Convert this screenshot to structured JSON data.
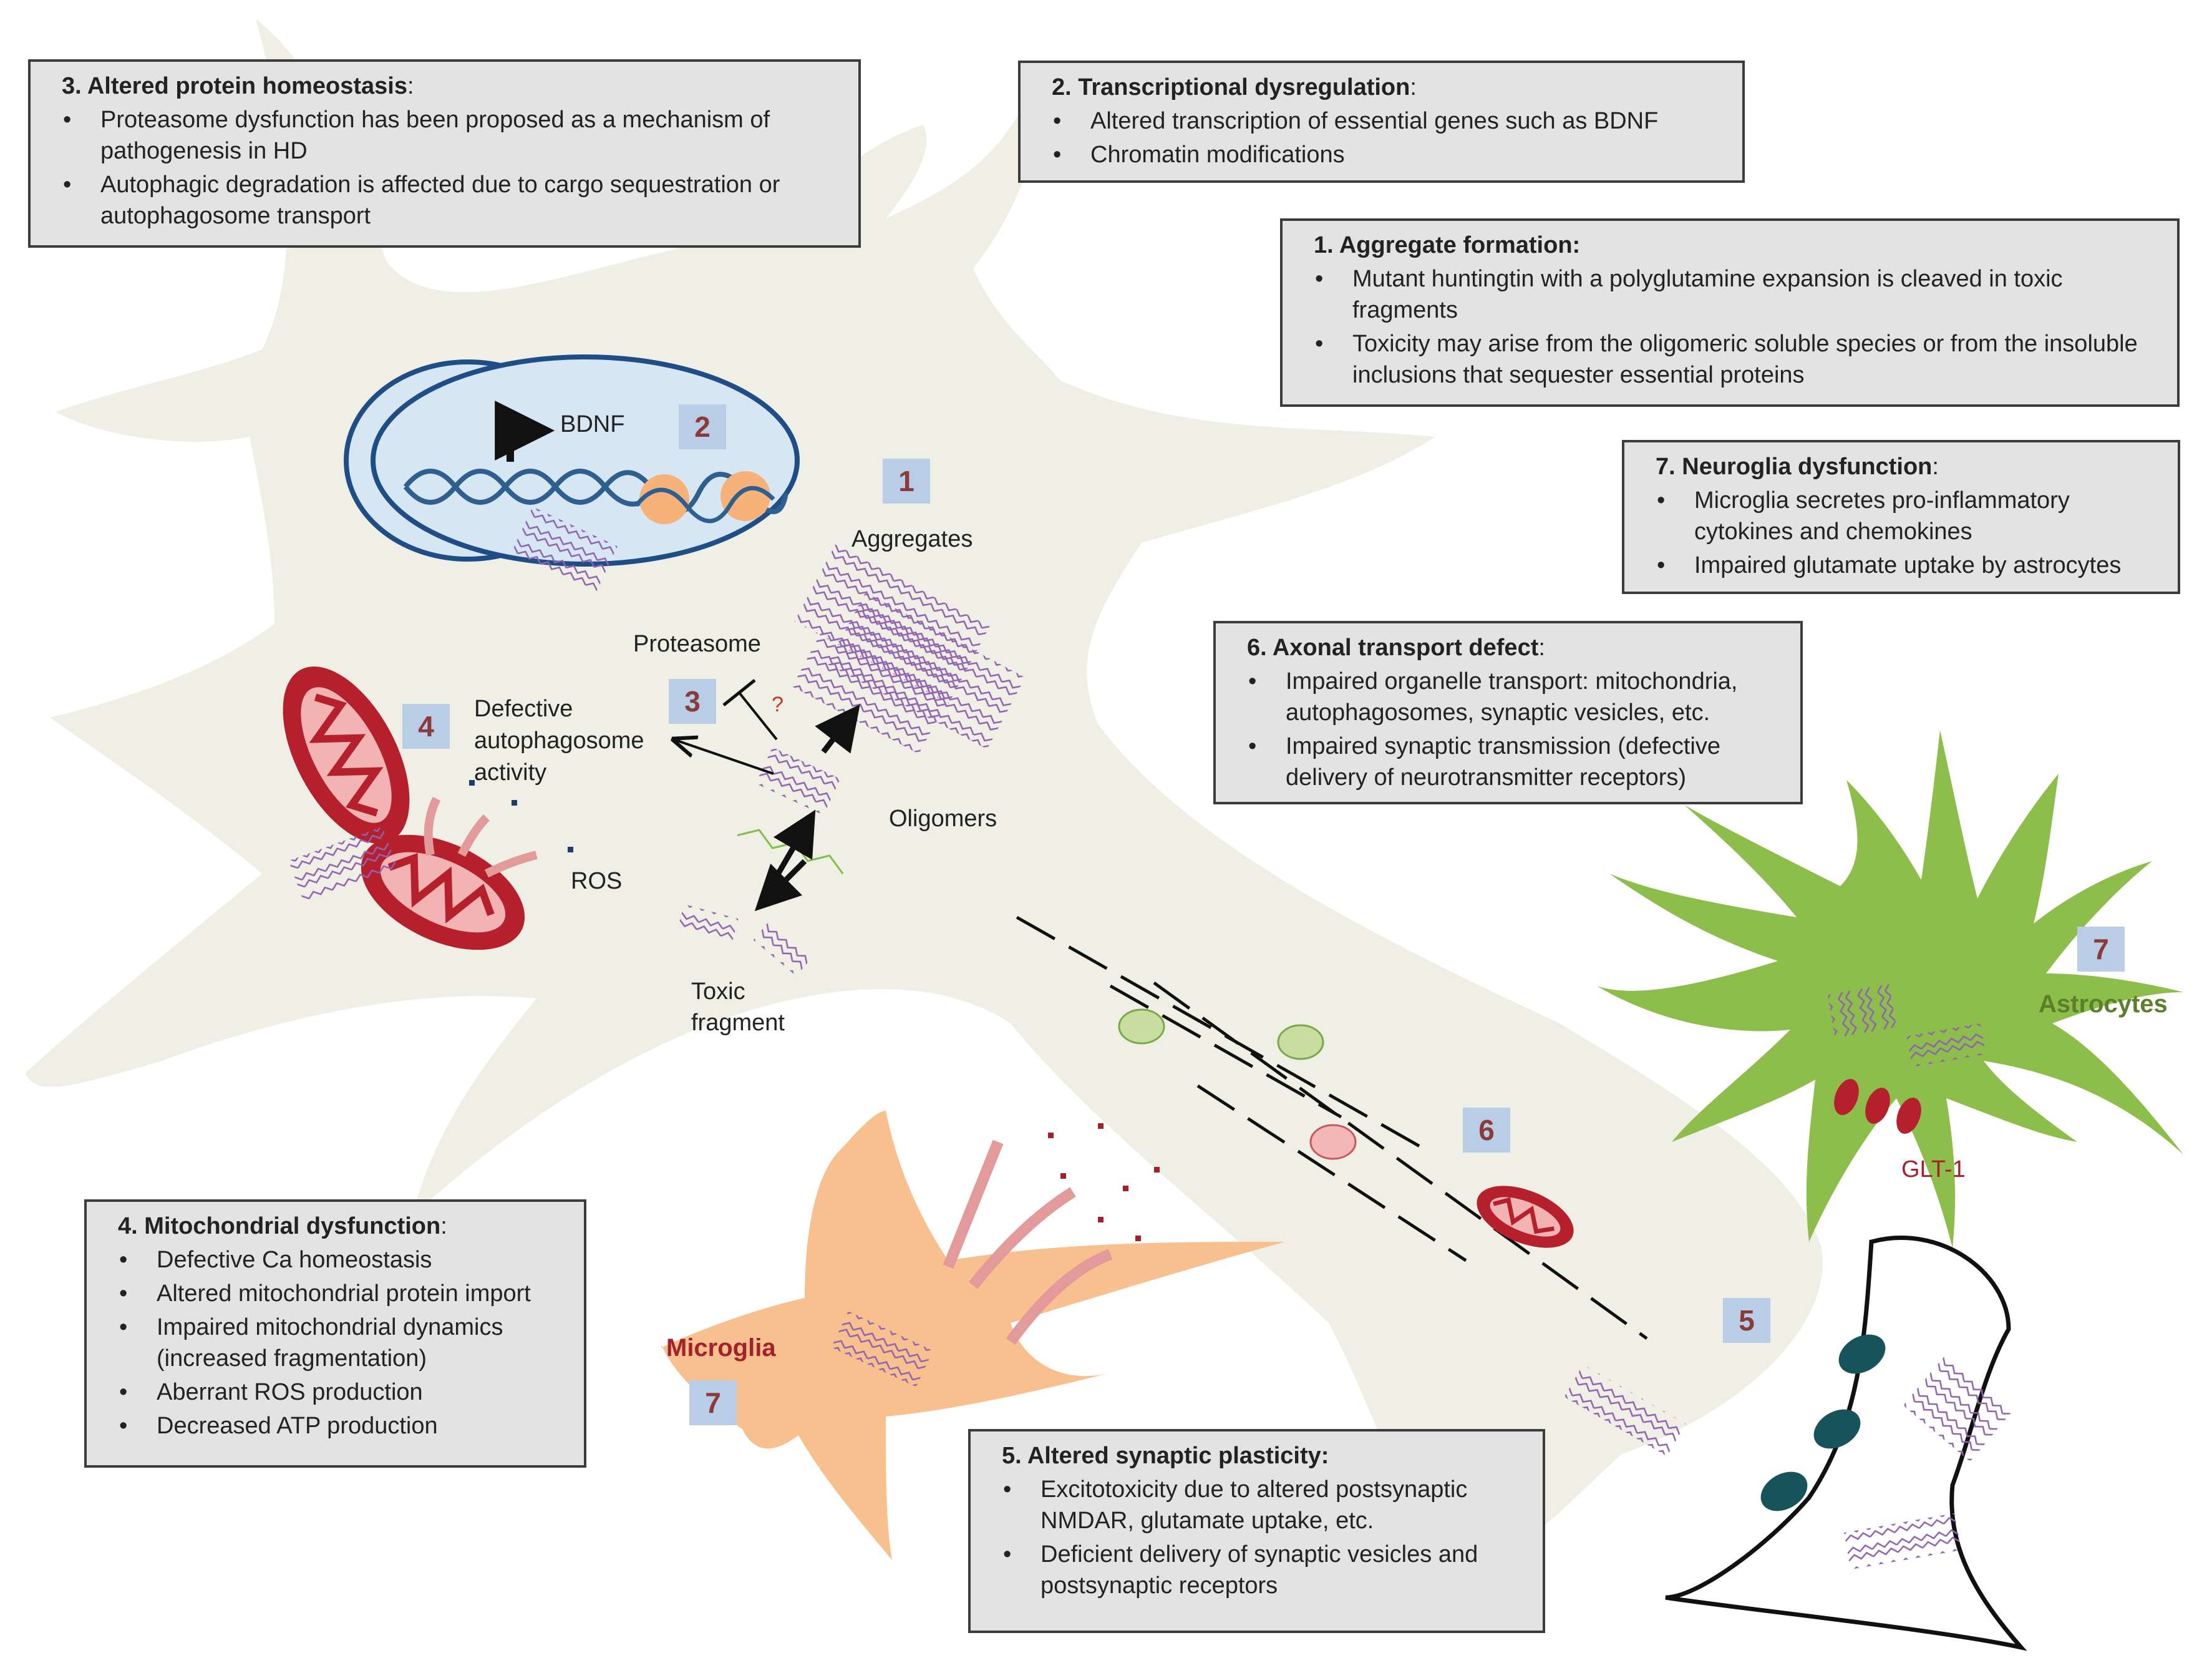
{
  "boxes": {
    "protein_homeostasis": {
      "title": "3. Altered protein homeostasis",
      "items": [
        "Proteasome dysfunction has been proposed as a mechanism of pathogenesis in HD",
        "Autophagic degradation is affected due to cargo sequestration or autophagosome transport"
      ]
    },
    "transcriptional": {
      "title": "2. Transcriptional dysregulation",
      "items": [
        "Altered transcription of essential genes such as BDNF",
        "Chromatin modifications"
      ]
    },
    "aggregate": {
      "title": "1. Aggregate formation:",
      "items": [
        "Mutant huntingtin with a polyglutamine expansion is cleaved in toxic fragments",
        "Toxicity may arise from the oligomeric soluble species or from the insoluble inclusions that sequester essential proteins"
      ]
    },
    "neuroglia": {
      "title": "7. Neuroglia dysfunction",
      "items": [
        "Microglia secretes pro-inflammatory cytokines and chemokines",
        "Impaired glutamate uptake by astrocytes"
      ]
    },
    "axonal": {
      "title": "6. Axonal transport defect",
      "items": [
        "Impaired organelle transport: mitochondria, autophagosomes, synaptic vesicles, etc.",
        "Impaired synaptic transmission (defective delivery of neurotransmitter receptors)"
      ]
    },
    "mitochondrial": {
      "title": "4. Mitochondrial dysfunction",
      "items": [
        "Defective Ca homeostasis",
        "Altered mitochondrial protein import",
        "Impaired mitochondrial dynamics (increased fragmentation)",
        "Aberrant ROS production",
        "Decreased ATP production"
      ]
    },
    "synaptic": {
      "title": "5. Altered synaptic plasticity:",
      "items": [
        "Excitotoxicity due to altered postsynaptic NMDAR, glutamate uptake, etc.",
        "Deficient delivery of synaptic vesicles and postsynaptic receptors"
      ]
    }
  },
  "labels": {
    "bdnf": "BDNF",
    "aggregates": "Aggregates",
    "proteasome": "Proteasome",
    "question": "?",
    "defective_autophagosome": [
      "Defective",
      "autophagosome",
      "activity"
    ],
    "ros": "ROS",
    "oligomers": "Oligomers",
    "toxic_fragment": [
      "Toxic",
      "fragment"
    ],
    "microglia": "Microglia",
    "astrocytes": "Astrocytes",
    "glt1": "GLT-1"
  },
  "number_tags": {
    "n1": "1",
    "n2": "2",
    "n3": "3",
    "n4": "4",
    "n5": "5",
    "n6": "6",
    "n7_microglia": "7",
    "n7_astrocytes": "7"
  },
  "colors": {
    "cell_body": "#f0efe5",
    "nucleus_fill": "#d6e6f3",
    "nucleus_stroke": "#1f4e86",
    "dna": "#2f5f8f",
    "nucleosome": "#f7b27a",
    "polyq": "#8f63b0",
    "mitochondria": "#b5202c",
    "microglia": "#f9c08f",
    "astrocyte": "#8dbd4a",
    "tag": "#b9cde6",
    "vesicle_green": "#c7dea0",
    "vesicle_pink": "#f3b7b7",
    "postsynaptic": "#17535b"
  }
}
